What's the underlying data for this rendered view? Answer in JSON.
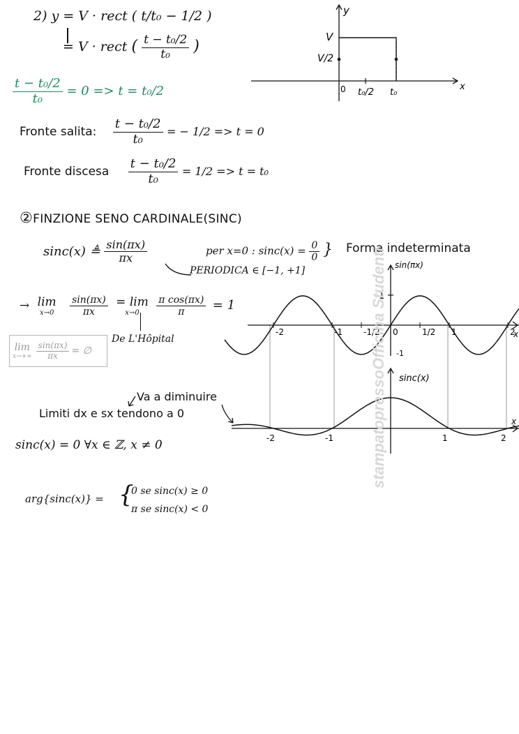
{
  "rect_section": {
    "num": "2)",
    "eq1_lhs": "y = V · rect",
    "eq1_arg": "( t/t₀ − 1/2 )",
    "eq2_lhs": "= V · rect",
    "eq2_num": "t − t₀/2",
    "eq2_den": "t₀",
    "green_num": "t − t₀/2",
    "green_den": "t₀",
    "green_rhs": "= 0   =>  t = t₀/2",
    "rise_label": "Fronte salita:",
    "rise_num": "t − t₀/2",
    "rise_den": "t₀",
    "rise_rhs": "= − 1/2  =>  t = 0",
    "fall_label": "Fronte discesa",
    "fall_num": "t − t₀/2",
    "fall_den": "t₀",
    "fall_rhs": "= 1/2  =>  t = t₀"
  },
  "rect_graph": {
    "y_axis": "y",
    "x_axis": "x",
    "level_v": "V",
    "level_half": "V/2",
    "tick_0": "0",
    "tick_half": "t₀/2",
    "tick_t0": "t₀"
  },
  "sinc_section": {
    "heading_num": "②",
    "heading": "FINZIONE SENO CARDINALE(SINC)",
    "def_lhs": "sinc(x) ≜",
    "def_num": "sin(πx)",
    "def_den": "πx",
    "at_zero": "per x=0 : sinc(x) =",
    "zero_num": "0",
    "zero_den": "0",
    "indeterminate": "Forma indeterminata",
    "periodic": "PERIODICA ∈ [−1, +1]",
    "limit_arrow": "→",
    "limit_lim": "lim",
    "limit_sub": "x→0",
    "limit_num": "sin(πx)",
    "limit_den": "πx",
    "limit_eq": "= lim",
    "limit_sub2": "x→0",
    "limit_num2": "π cos(πx)",
    "limit_den2": "π",
    "limit_result": "= 1",
    "hopital": "De L'Hôpital",
    "boxed_lim": "lim",
    "boxed_sub": "x→+∞",
    "boxed_num": "sin(πx)",
    "boxed_den": "πx",
    "boxed_rhs": "= ∅",
    "decrease_note": "Va a diminuire",
    "limits_note": "Limiti dx e sx tendono a 0",
    "zeros": "sinc(x) = 0   ∀x ∈ ℤ, x ≠ 0",
    "arg_lhs": "arg{sinc(x)} =",
    "arg_case1": "0  se  sinc(x) ≥ 0",
    "arg_case2": "π  se  sinc(x) < 0"
  },
  "sin_graph": {
    "y_axis": "sin(πx)",
    "x_axis": "x",
    "ticks": [
      "-2",
      "-1",
      "-1/2",
      "0",
      "1/2",
      "1",
      "2"
    ],
    "y_pos": "1",
    "y_neg": "-1"
  },
  "sinc_graph": {
    "y_axis": "sinc(x)",
    "x_axis": "x",
    "ticks": [
      "-2",
      "-1",
      "1",
      "2"
    ]
  },
  "watermark": "stampatopressoOfficina Studenti"
}
